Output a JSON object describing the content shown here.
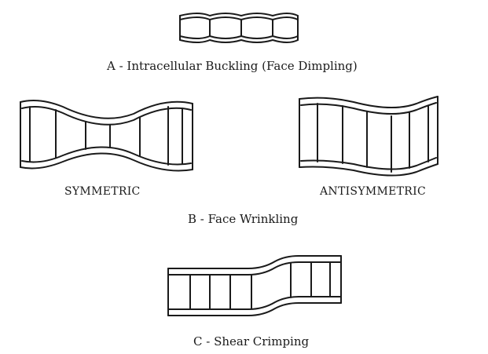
{
  "labels": {
    "intracellular": "A - Intracellular Buckling (Face Dimpling)",
    "symmetric": "SYMMETRIC",
    "antisymmetric": "ANTISYMMETRIC",
    "wrinkling": "B - Face Wrinkling",
    "crimping": "C - Shear Crimping"
  },
  "colors": {
    "line": "#1a1a1a",
    "background": "#ffffff"
  }
}
